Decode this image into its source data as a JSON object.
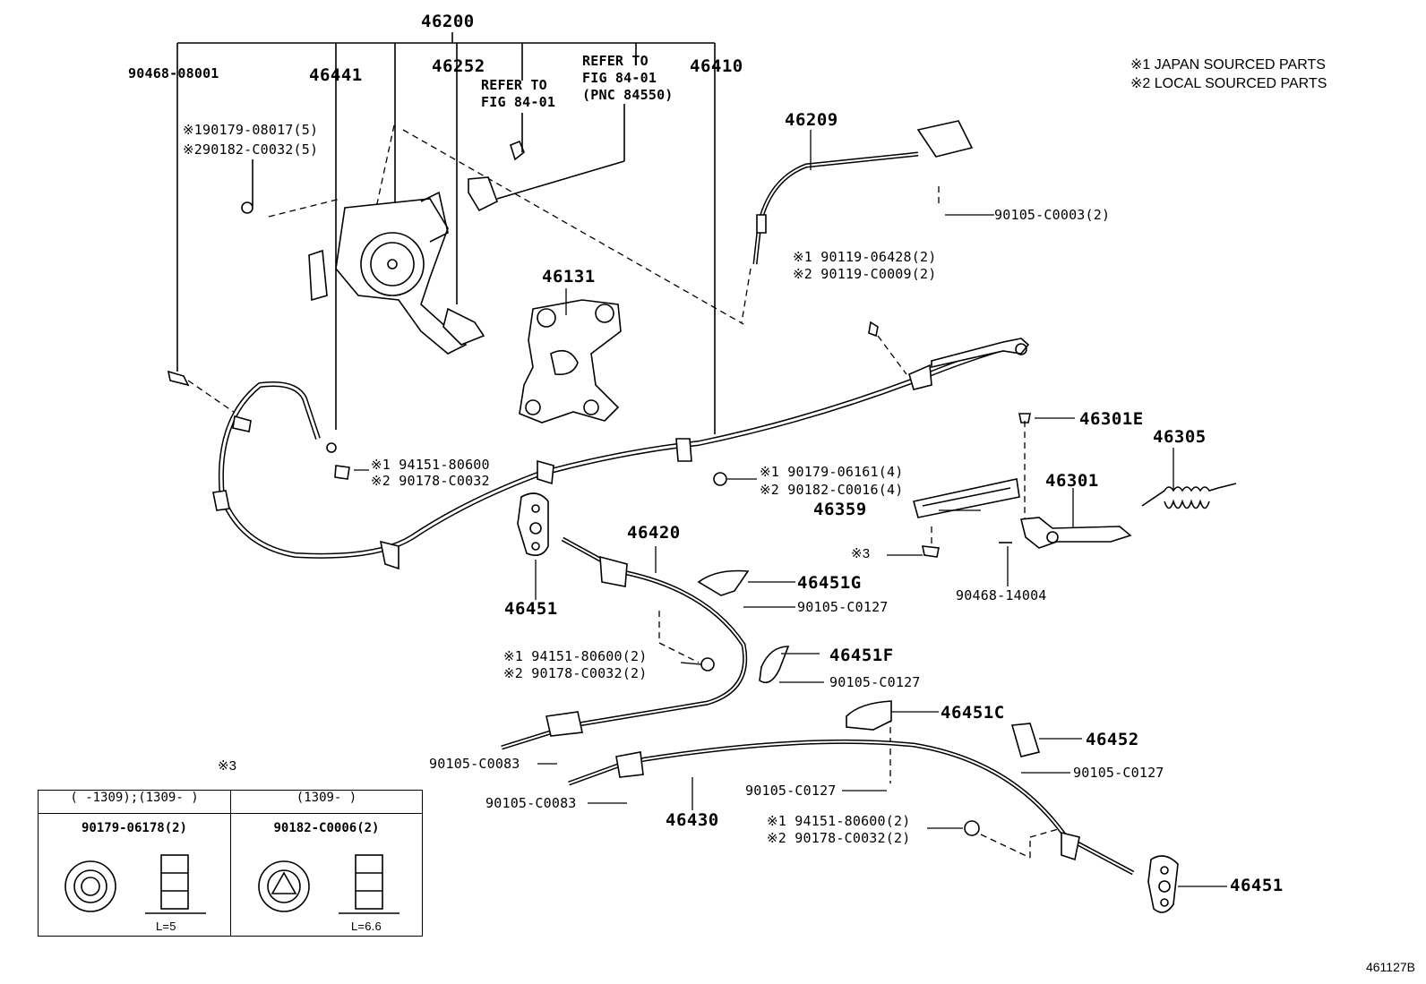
{
  "legend": {
    "line1": "※1 JAPAN SOURCED PARTS",
    "line2": "※2 LOCAL SOURCED PARTS"
  },
  "figure_id": "461127B",
  "labels": {
    "p46200": "46200",
    "p90468_08001": "90468-08001",
    "p46441": "46441",
    "p46252": "46252",
    "ref1_a": "REFER TO",
    "ref1_b": "FIG 84-01",
    "ref2_a": "REFER TO",
    "ref2_b": "FIG 84-01",
    "ref2_c": "(PNC 84550)",
    "p46410": "46410",
    "bolt_a1": "※190179-08017(5)",
    "bolt_a2": "※290182-C0032(5)",
    "p46209": "46209",
    "p90105_C0003": "90105-C0003(2)",
    "p90119_a": "※1 90119-06428(2)",
    "p90119_b": "※2 90119-C0009(2)",
    "p46131": "46131",
    "p46301E": "46301E",
    "p46305": "46305",
    "p46301": "46301",
    "nut_b1": "※1 94151-80600",
    "nut_b2": "※2 90178-C0032",
    "nut_c1": "※1 90179-06161(4)",
    "nut_c2": "※2 90182-C0016(4)",
    "p46359": "46359",
    "p46420": "46420",
    "mark3": "※3",
    "p90468_14004": "90468-14004",
    "p46451_top": "46451",
    "p46451G": "46451G",
    "p90105_C0127_a": "90105-C0127",
    "p46451F": "46451F",
    "p90105_C0127_b": "90105-C0127",
    "nut_d1": "※1 94151-80600(2)",
    "nut_d2": "※2 90178-C0032(2)",
    "p46451C": "46451C",
    "p46452": "46452",
    "p90105_C0127_c": "90105-C0127",
    "p90105_C0083_a": "90105-C0083",
    "p90105_C0083_b": "90105-C0083",
    "p90105_C0127_d": "90105-C0127",
    "p46430": "46430",
    "nut_e1": "※1 94151-80600(2)",
    "nut_e2": "※2 90178-C0032(2)",
    "p46451_bot": "46451"
  },
  "note_table": {
    "mark": "※3",
    "col1_header": "(   -1309);(1309-    )",
    "col2_header": "(1309-    )",
    "col1_part": "90179-06178(2)",
    "col2_part": "90182-C0006(2)",
    "col1_dim": "L=5",
    "col2_dim": "L=6.6"
  }
}
